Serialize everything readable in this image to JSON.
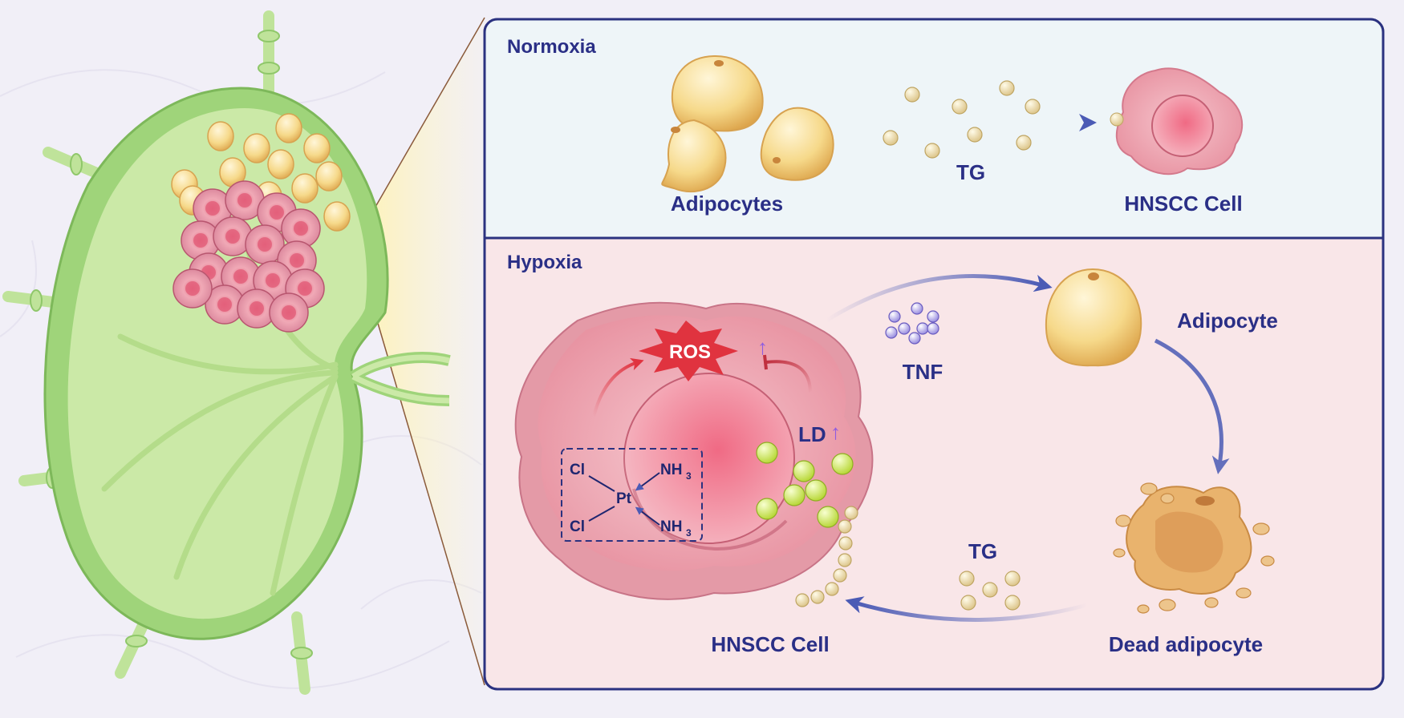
{
  "normoxia": {
    "title": "Normoxia",
    "adipocytes_label": "Adipocytes",
    "tg_label": "TG",
    "hnscc_label": "HNSCC Cell"
  },
  "hypoxia": {
    "title": "Hypoxia",
    "ros_label": "ROS",
    "ld_label": "LD",
    "tnf_label": "TNF",
    "adipocyte_label": "Adipocyte",
    "dead_adipocyte_label": "Dead adipocyte",
    "tg_label": "TG",
    "hnscc_label": "HNSCC Cell",
    "up_arrow": "↑"
  },
  "cisplatin": {
    "cl": "Cl",
    "pt": "Pt",
    "nh": "NH",
    "sub3": "3"
  },
  "colors": {
    "frame": "#2b3280",
    "normoxia_bg": "#eef5f8",
    "hypoxia_bg": "#f9e6e8",
    "node_green": "#c9e8a5",
    "tumor_pink": "#e6899a",
    "adipocyte_yellow": "#f7d98a",
    "arrow_blue": "#4b5bb5",
    "ros_red": "#e0333f"
  }
}
